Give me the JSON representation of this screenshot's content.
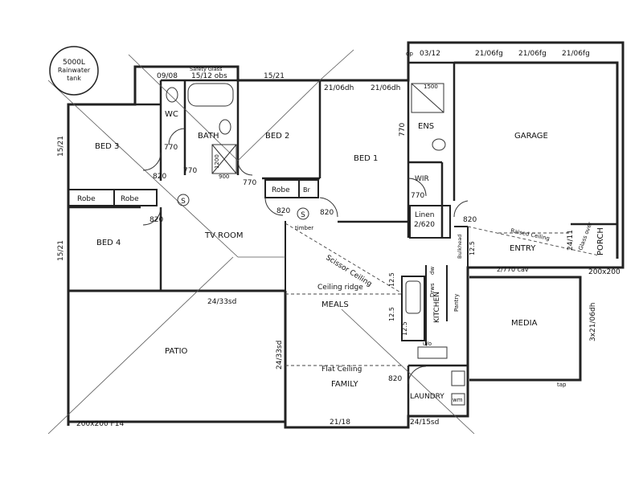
{
  "plan": {
    "tank": [
      "5000L",
      "Rainwater",
      "tank"
    ],
    "rooms": {
      "bed1": "BED 1",
      "bed2": "BED 2",
      "bed3": "BED 3",
      "bed4": "BED 4",
      "bath": "BATH",
      "wc": "WC",
      "ens": "ENS",
      "wir": "WIR",
      "garage": "GARAGE",
      "tv_room": "TV ROOM",
      "entry": "ENTRY",
      "porch": "PORCH",
      "media": "MEDIA",
      "meals": "MEALS",
      "family": "FAMILY",
      "kitchen": "KITCHEN",
      "patio": "PATIO",
      "laundry": "LAUNDRY",
      "linen": "Linen",
      "pantry": "Pantry",
      "robe_a": "Robe",
      "robe_b": "Robe",
      "robe_c": "Robe",
      "br": "Br"
    },
    "windows": {
      "w0908": "09/08",
      "safety": "Safety Glass",
      "w1512obs": "15/12 obs",
      "w1521_top": "15/21",
      "w2106dh": "21/06dh",
      "w2106dh_b": "21/06dh",
      "w0312": "03/12",
      "w2106fg_a": "21/06fg",
      "w2106fg_b": "21/06fg",
      "w2106fg_c": "21/06fg",
      "w1521_left_a": "15/21",
      "w1521_left_b": "15/21",
      "w2433sd_h": "24/33sd",
      "w2433sd_v": "24/33sd",
      "w2118": "21/18",
      "w2415sd": "24/15sd",
      "w3x2106dh": "3x21/06dh",
      "w2411": "24/11",
      "w200x200": "200x200",
      "w200x200f14": "200x200 F14"
    },
    "doors": {
      "d770_wc": "770",
      "d770_bath": "770",
      "d770_bed2": "770",
      "d770_ens": "770",
      "d770_wir": "770",
      "d820_bed3": "820",
      "d820_bed4": "820",
      "d820_a": "820",
      "d820_b": "820",
      "d820_garage": "820",
      "d820_family": "820",
      "d2_620": "2/620",
      "d2_770cav": "2/770 cav",
      "d1500": "1500",
      "d900": "900",
      "d1200": "1200"
    },
    "notes": {
      "scissor": "Scissor Ceiling",
      "ridge": "Ceiling ridge",
      "flat": "Flat Ceiling",
      "raised": "Raised Ceiling",
      "glass": "Glass over",
      "pitch_a": "12.5",
      "pitch_b": "12.5",
      "pitch_c": "12.5",
      "pitch_d": "12.5",
      "bulkhead": "Bulkhead",
      "dw": "dw",
      "drws": "Drws",
      "uo": "u/o",
      "wm": "wm",
      "timber": "timber",
      "s1": "S",
      "s2": "S",
      "dp": "dp",
      "tap": "tap"
    }
  }
}
